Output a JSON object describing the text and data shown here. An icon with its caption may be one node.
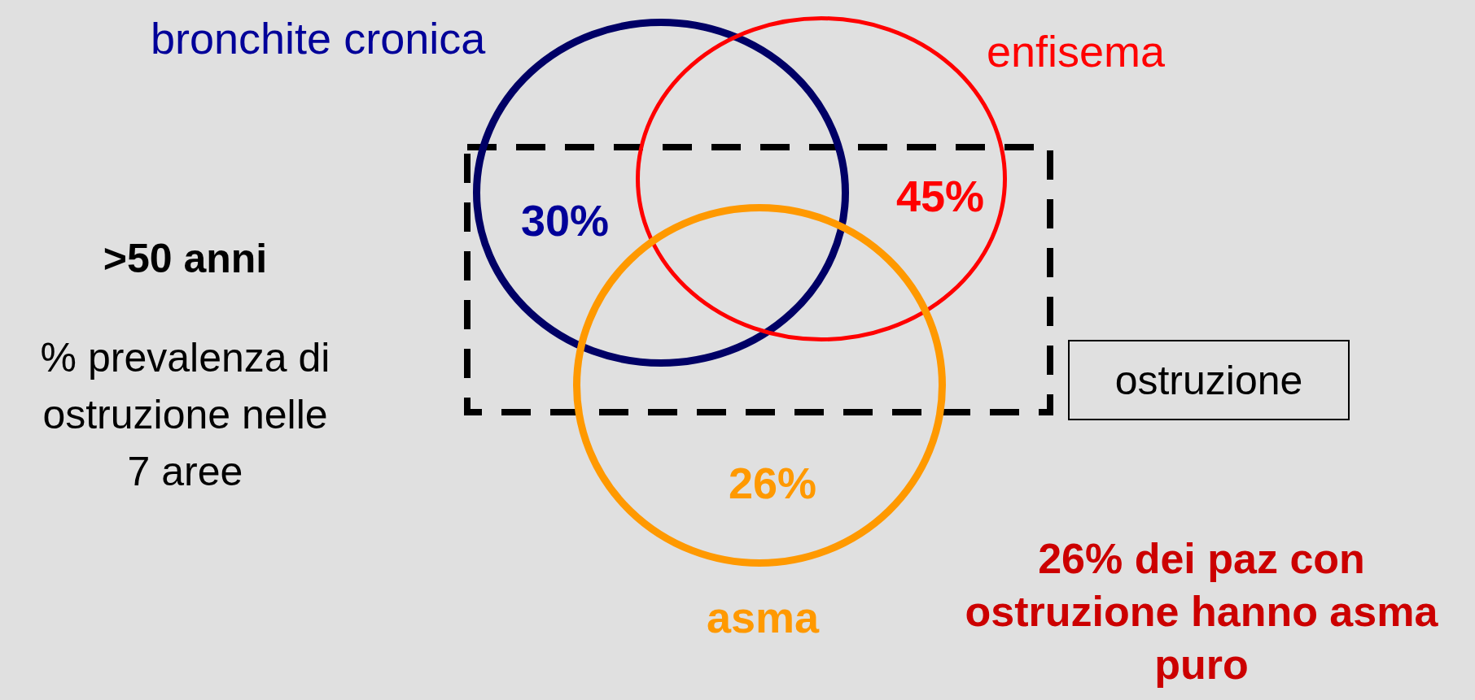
{
  "diagram": {
    "nodes": [
      {
        "text": [
          "bronchite cronica",
          "30%"
        ]
      },
      {
        "text": [
          "enfisema",
          "45%"
        ]
      },
      {
        "text": [
          "26%",
          "asma"
        ]
      },
      {
        "text": [],
        "shape": "box"
      },
      {
        "text": [
          "ostruzione"
        ]
      }
    ],
    "labels": [
      ">50 anni",
      "% prevalenza di ostruzione nelle 7 aree",
      "26% dei paz con ostruzione hanno asma puro"
    ]
  }
}
